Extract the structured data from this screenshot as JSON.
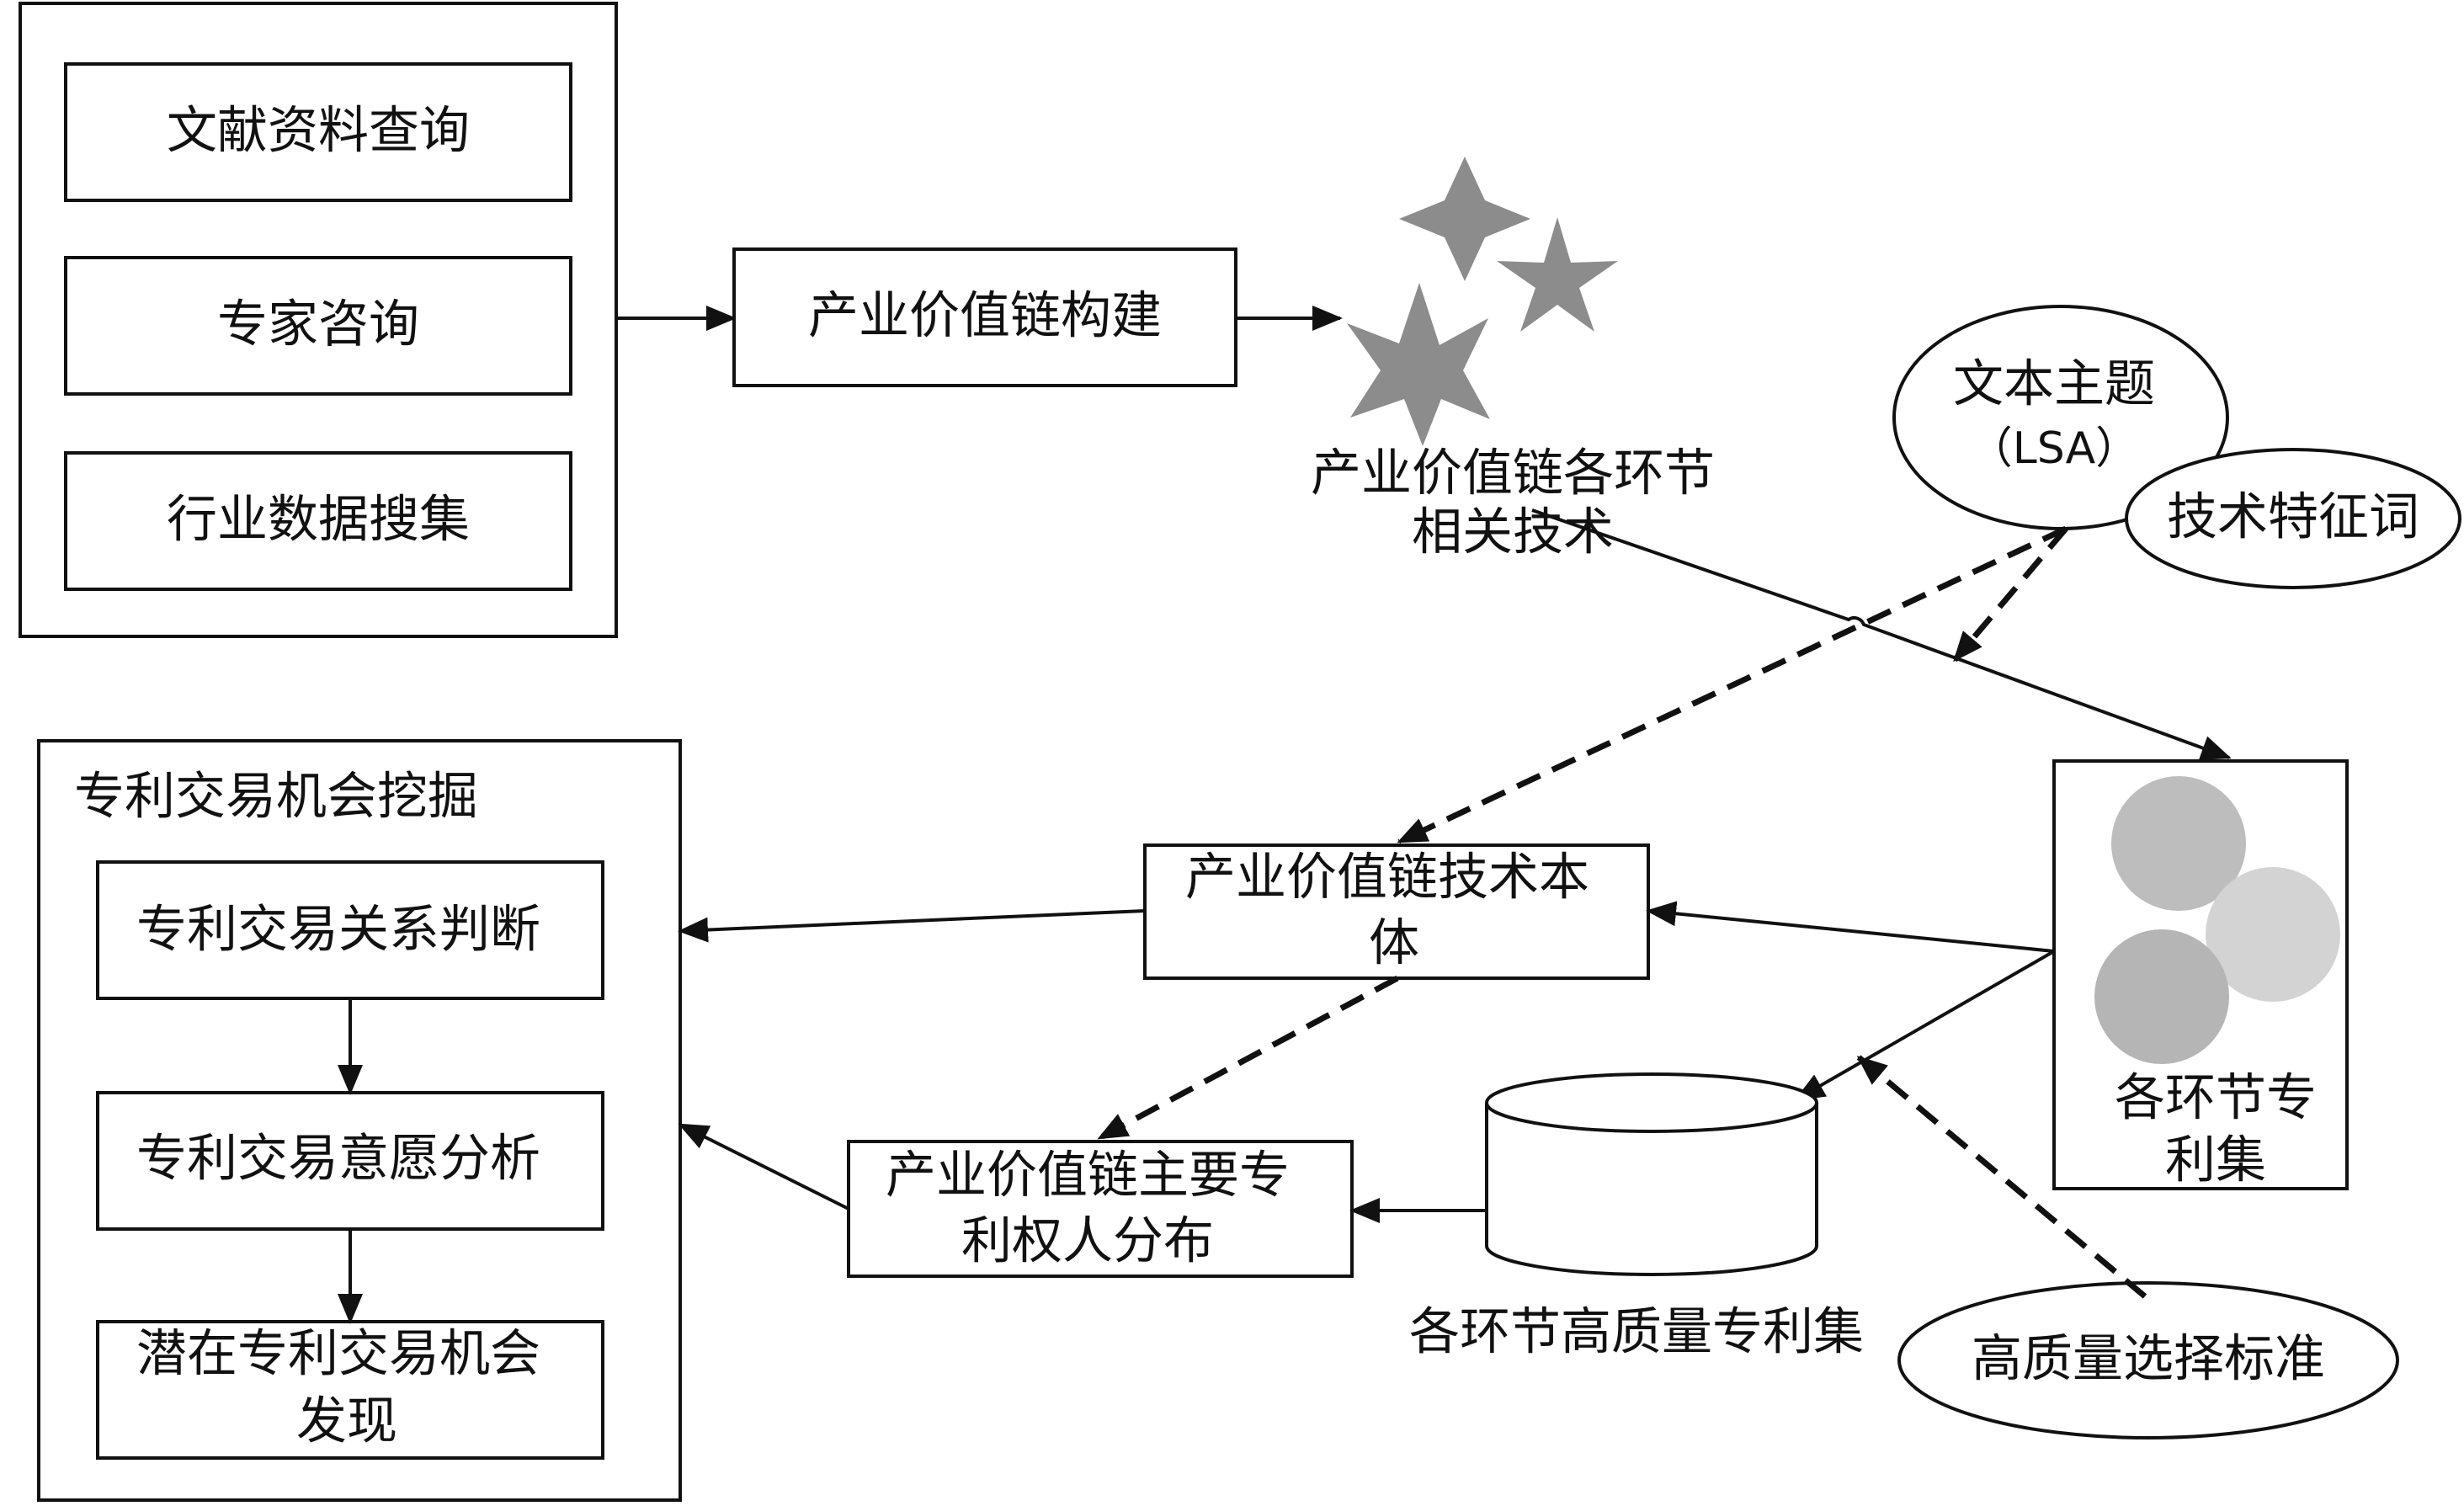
{
  "colors": {
    "line": "#111111",
    "star_fill": "#8c8c8c",
    "circle_a": "#bdbdbd",
    "circle_b": "#d3d3d3",
    "circle_c": "#b5b5b5"
  },
  "sources": {
    "items": [
      "文献资料查询",
      "专家咨询",
      "行业数据搜集"
    ]
  },
  "construction": {
    "label": "产业价值链构建"
  },
  "related_tech": {
    "line1": "产业价值链各环节",
    "line2": "相关技术"
  },
  "lsa_topic": {
    "line1": "文本主题",
    "line2": "（LSA）"
  },
  "feature_words": {
    "label": "技术特征词"
  },
  "segment_patents": {
    "line1": "各环节专",
    "line2": "利集"
  },
  "ontology": {
    "line1": "产业价值链技术本",
    "line2": "体"
  },
  "holders": {
    "line1": "产业价值链主要专",
    "line2": "利权人分布"
  },
  "hq_patents": {
    "label": "各环节高质量专利集"
  },
  "criteria": {
    "label": "高质量选择标准"
  },
  "mining": {
    "title": "专利交易机会挖掘",
    "step1": "专利交易关系判断",
    "step2": "专利交易意愿分析",
    "step3_line1": "潜在专利交易机会",
    "step3_line2": "发现"
  }
}
